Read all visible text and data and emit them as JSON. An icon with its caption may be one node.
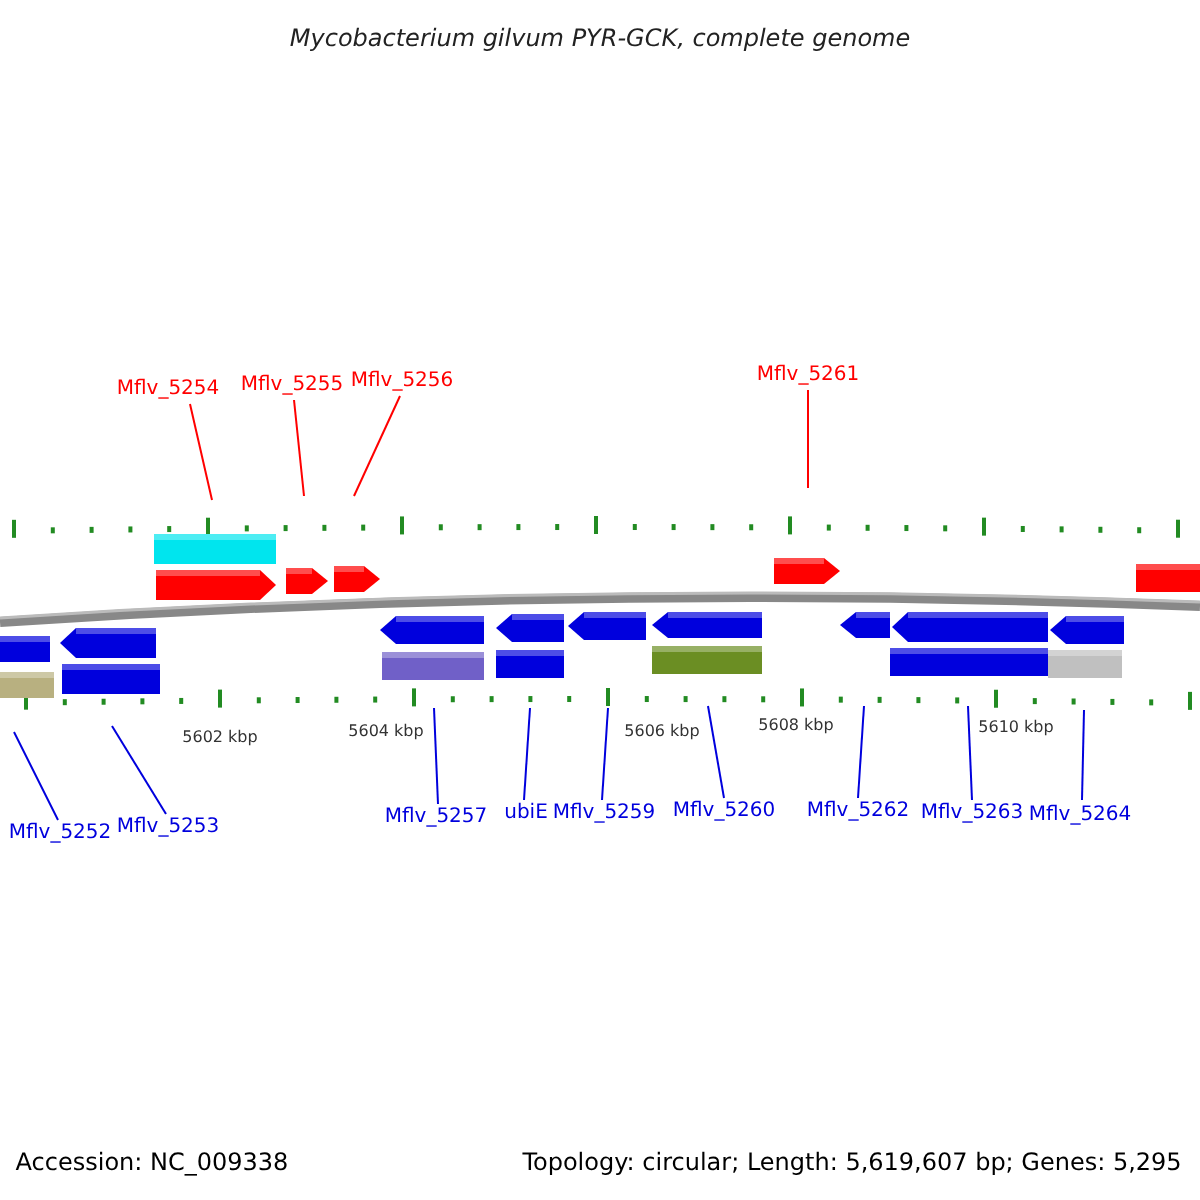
{
  "diagram": {
    "title": "Mycobacterium gilvum PYR-GCK, complete genome",
    "nodes": [
      {
        "text": [
          "Mflv_5254"
        ]
      },
      {
        "text": [
          "Mflv_5255"
        ]
      },
      {
        "text": [
          "Mflv_5256"
        ]
      },
      {
        "text": [
          "Mflv_5261"
        ]
      },
      {
        "text": [
          "Mflv_5252"
        ]
      },
      {
        "text": [
          "Mflv_5253"
        ]
      },
      {
        "text": [
          "Mflv_5257"
        ]
      },
      {
        "text": [
          "ubiE"
        ]
      },
      {
        "text": [
          "Mflv_5259"
        ]
      },
      {
        "text": [
          "Mflv_5260"
        ]
      },
      {
        "text": [
          "Mflv_5262"
        ]
      },
      {
        "text": [
          "Mflv_5263"
        ]
      },
      {
        "text": [
          "Mflv_5264"
        ]
      }
    ],
    "edges": [
      {
        "from": 0,
        "to": null,
        "arrow": "none",
        "color": "#ff0000"
      },
      {
        "from": 1,
        "to": null,
        "arrow": "none",
        "color": "#ff0000"
      },
      {
        "from": 2,
        "to": null,
        "arrow": "none",
        "color": "#ff0000"
      },
      {
        "from": 3,
        "to": null,
        "arrow": "none",
        "color": "#ff0000"
      },
      {
        "from": 4,
        "to": null,
        "arrow": "none"
      },
      {
        "from": 5,
        "to": null,
        "arrow": "none"
      },
      {
        "from": 6,
        "to": null,
        "arrow": "none"
      },
      {
        "from": 7,
        "to": null,
        "arrow": "none"
      },
      {
        "from": 8,
        "to": null,
        "arrow": "none"
      },
      {
        "from": 9,
        "to": null,
        "arrow": "none"
      },
      {
        "from": 10,
        "to": null,
        "arrow": "none"
      },
      {
        "from": 11,
        "to": null,
        "arrow": "none"
      },
      {
        "from": 12,
        "to": null,
        "arrow": "none"
      }
    ],
    "labels": [
      "5602 kbp",
      "5604 kbp",
      "5606 kbp",
      "5608 kbp",
      "5610 kbp",
      "Accession: NC_009338",
      "Topology: circular; Length: 5,619,607 bp; Genes: 5,295"
    ]
  }
}
